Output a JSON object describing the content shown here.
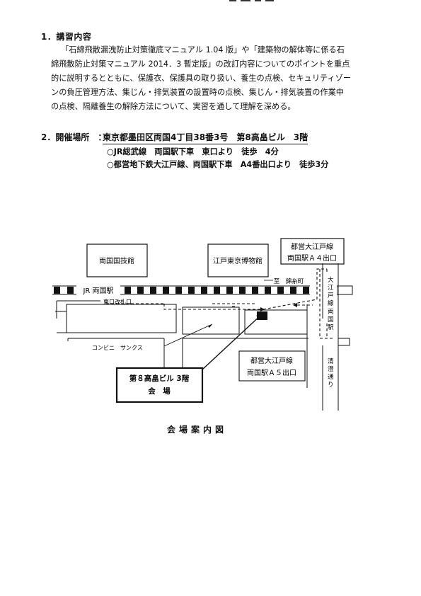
{
  "section1": {
    "title": "1．講習内容",
    "lines": [
      "「石綿飛散漏洩防止対策徹底マニュアル 1.04 版」や「建築物の解体等に係る石",
      "綿飛散防止対策マニュアル 2014．3 暫定版」の改訂内容についてのポイントを重点",
      "的に説明するとともに、保護衣、保護具の取り扱い、養生の点検、セキュリティゾー",
      "ンの負圧管理方法、集じん・排気装置の設置時の点検、集じん・排気装置の作業中",
      "の点検、隔離養生の解除方法について、実習を通して理解を深める。"
    ]
  },
  "section2": {
    "label": "2．開催場所　：",
    "address": "東京都墨田区両国4丁目38番3号　第8高畠ビル　3階",
    "access": [
      "○JR総武線　両国駅下車　東口より　徒歩　4分",
      "○都営地下鉄大江戸線、両国駅下車　A4番出口より　徒歩3分"
    ]
  },
  "map": {
    "kokugikan": "両国国技館",
    "museum": "江戸東京博物館",
    "a4_line1": "都営大江戸線",
    "a4_line2": "両国駅Ａ４出口",
    "jr_station": "JR 両国駅",
    "to_kinshicho": "至　錦糸町",
    "east_gate": "東口改札口",
    "oedo_vertical": "大江戸線",
    "ryogoku_vertical": "両国駅",
    "convenience": "コンビニ　サンクス",
    "a5_line1": "都営大江戸線",
    "a5_line2": "両国駅Ａ５出口",
    "kiyosumi_vertical": "清澄通り",
    "venue_line1": "第８高畠ビル 3階",
    "venue_line2": "会　場"
  },
  "caption": "会場案内図"
}
